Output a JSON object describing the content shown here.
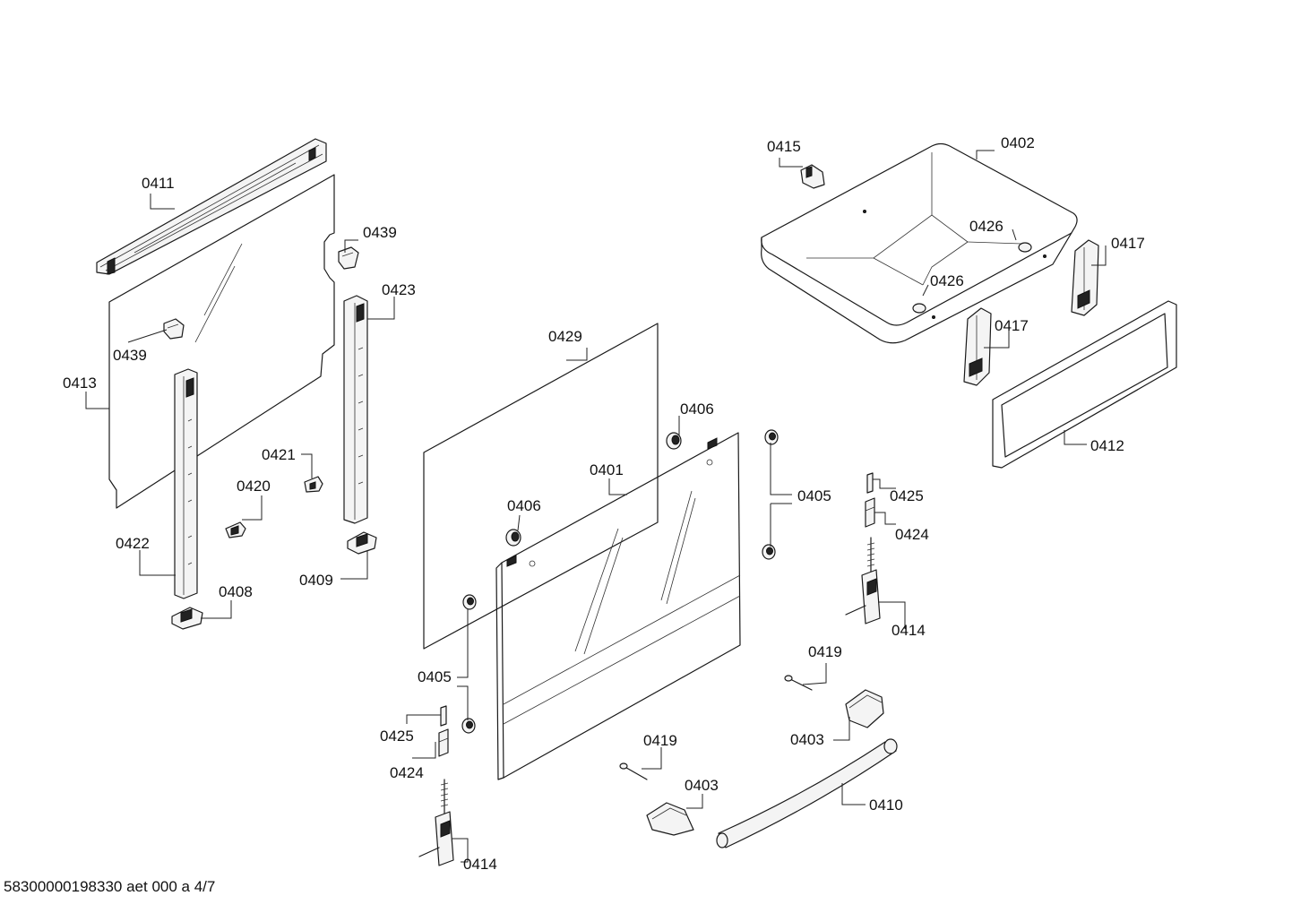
{
  "parts": [
    {
      "id": "p0402",
      "label": "0402"
    },
    {
      "id": "p0415",
      "label": "0415"
    },
    {
      "id": "p0426a",
      "label": "0426"
    },
    {
      "id": "p0426b",
      "label": "0426"
    },
    {
      "id": "p0417a",
      "label": "0417"
    },
    {
      "id": "p0417b",
      "label": "0417"
    },
    {
      "id": "p0412",
      "label": "0412"
    },
    {
      "id": "p0411",
      "label": "0411"
    },
    {
      "id": "p0439a",
      "label": "0439"
    },
    {
      "id": "p0439b",
      "label": "0439"
    },
    {
      "id": "p0423",
      "label": "0423"
    },
    {
      "id": "p0413",
      "label": "0413"
    },
    {
      "id": "p0421",
      "label": "0421"
    },
    {
      "id": "p0420",
      "label": "0420"
    },
    {
      "id": "p0422",
      "label": "0422"
    },
    {
      "id": "p0408",
      "label": "0408"
    },
    {
      "id": "p0409",
      "label": "0409"
    },
    {
      "id": "p0429",
      "label": "0429"
    },
    {
      "id": "p0406a",
      "label": "0406"
    },
    {
      "id": "p0406b",
      "label": "0406"
    },
    {
      "id": "p0401",
      "label": "0401"
    },
    {
      "id": "p0405a",
      "label": "0405"
    },
    {
      "id": "p0405b",
      "label": "0405"
    },
    {
      "id": "p0425a",
      "label": "0425"
    },
    {
      "id": "p0424a",
      "label": "0424"
    },
    {
      "id": "p0414a",
      "label": "0414"
    },
    {
      "id": "p0425b",
      "label": "0425"
    },
    {
      "id": "p0424b",
      "label": "0424"
    },
    {
      "id": "p0414b",
      "label": "0414"
    },
    {
      "id": "p0419a",
      "label": "0419"
    },
    {
      "id": "p0419b",
      "label": "0419"
    },
    {
      "id": "p0403a",
      "label": "0403"
    },
    {
      "id": "p0403b",
      "label": "0403"
    },
    {
      "id": "p0410",
      "label": "0410"
    }
  ],
  "footer": {
    "document_code": "58300000198330 aet 000 a 4/7"
  }
}
